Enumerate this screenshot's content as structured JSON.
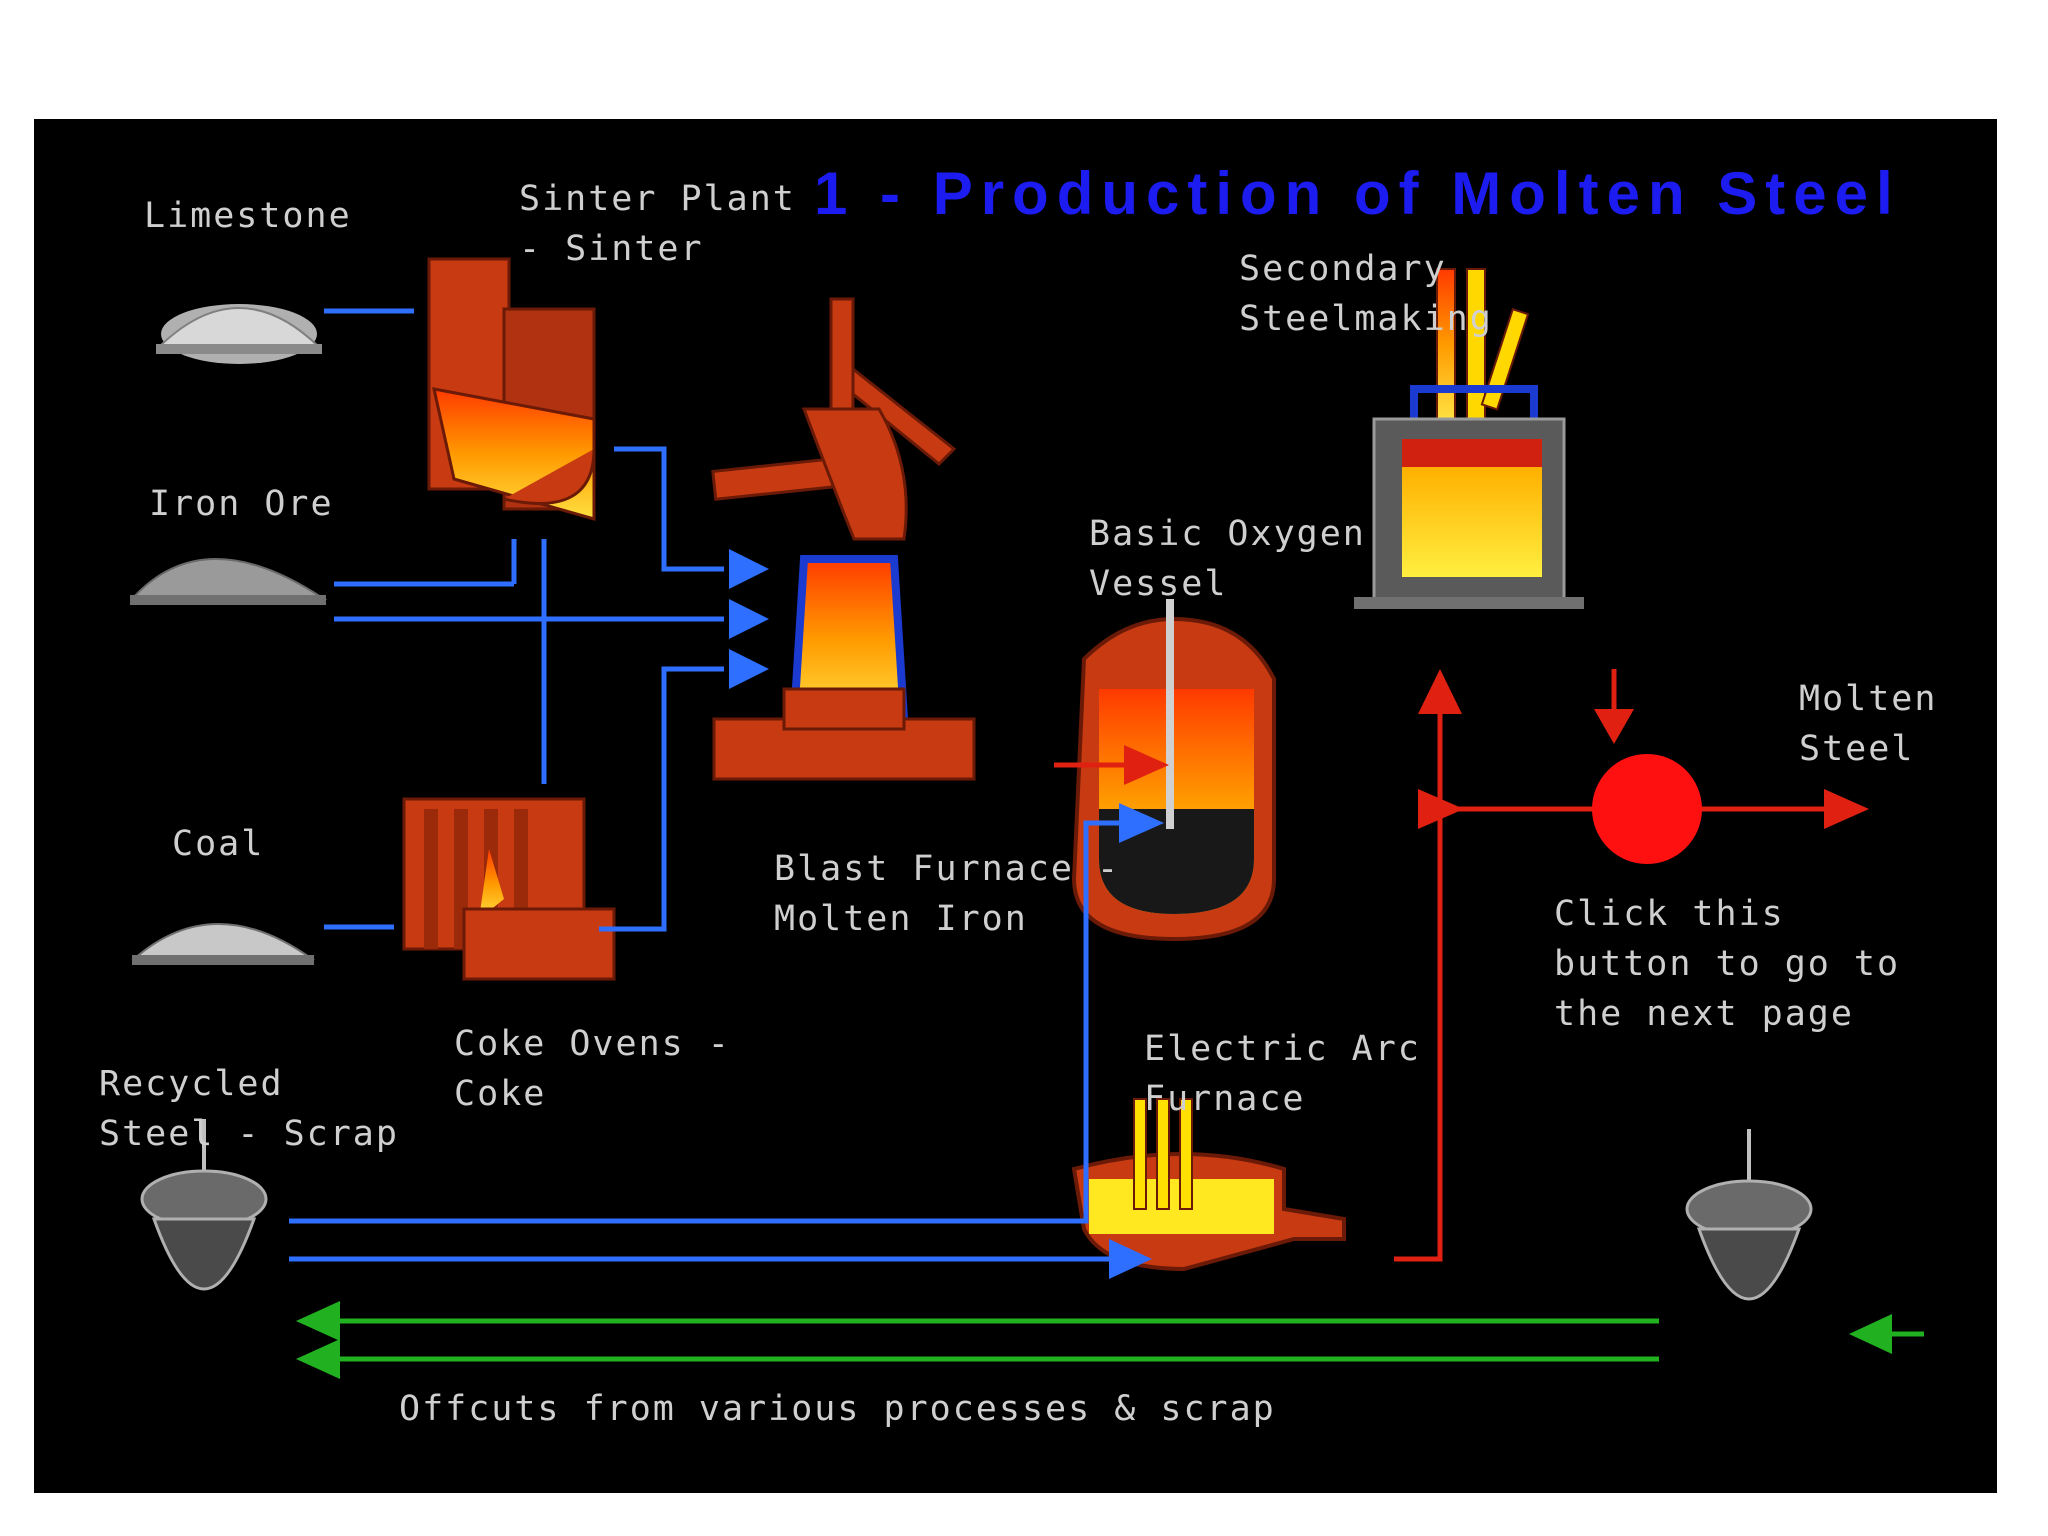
{
  "title": "1 - Production of Molten Steel",
  "labels": {
    "limestone": "Limestone",
    "sinter_plant_l1": "Sinter Plant",
    "sinter_plant_l2": "- Sinter",
    "iron_ore": "Iron Ore",
    "coal": "Coal",
    "coke_ovens_l1": "Coke Ovens -",
    "coke_ovens_l2": "Coke",
    "blast_furnace_l1": "Blast Furnace -",
    "blast_furnace_l2": "Molten Iron",
    "basic_oxygen_l1": "Basic Oxygen",
    "basic_oxygen_l2": "Vessel",
    "secondary_l1": "Secondary",
    "secondary_l2": "Steelmaking",
    "molten_steel_l1": "Molten",
    "molten_steel_l2": "Steel",
    "click_l1": "Click this",
    "click_l2": "button to go to",
    "click_l3": "the next page",
    "electric_arc_l1": "Electric Arc",
    "electric_arc_l2": "Furnace",
    "recycled_l1": "Recycled",
    "recycled_l2": "Steel - Scrap",
    "offcuts": "Offcuts from various processes & scrap"
  },
  "colors": {
    "background": "#000000",
    "title": "#1c1cf0",
    "raw_material_flow": "#2f6fff",
    "molten_flow": "#e02010",
    "scrap_return_flow": "#20b020",
    "next_button": "#ff1010",
    "furnace_body": "#c83a12"
  }
}
